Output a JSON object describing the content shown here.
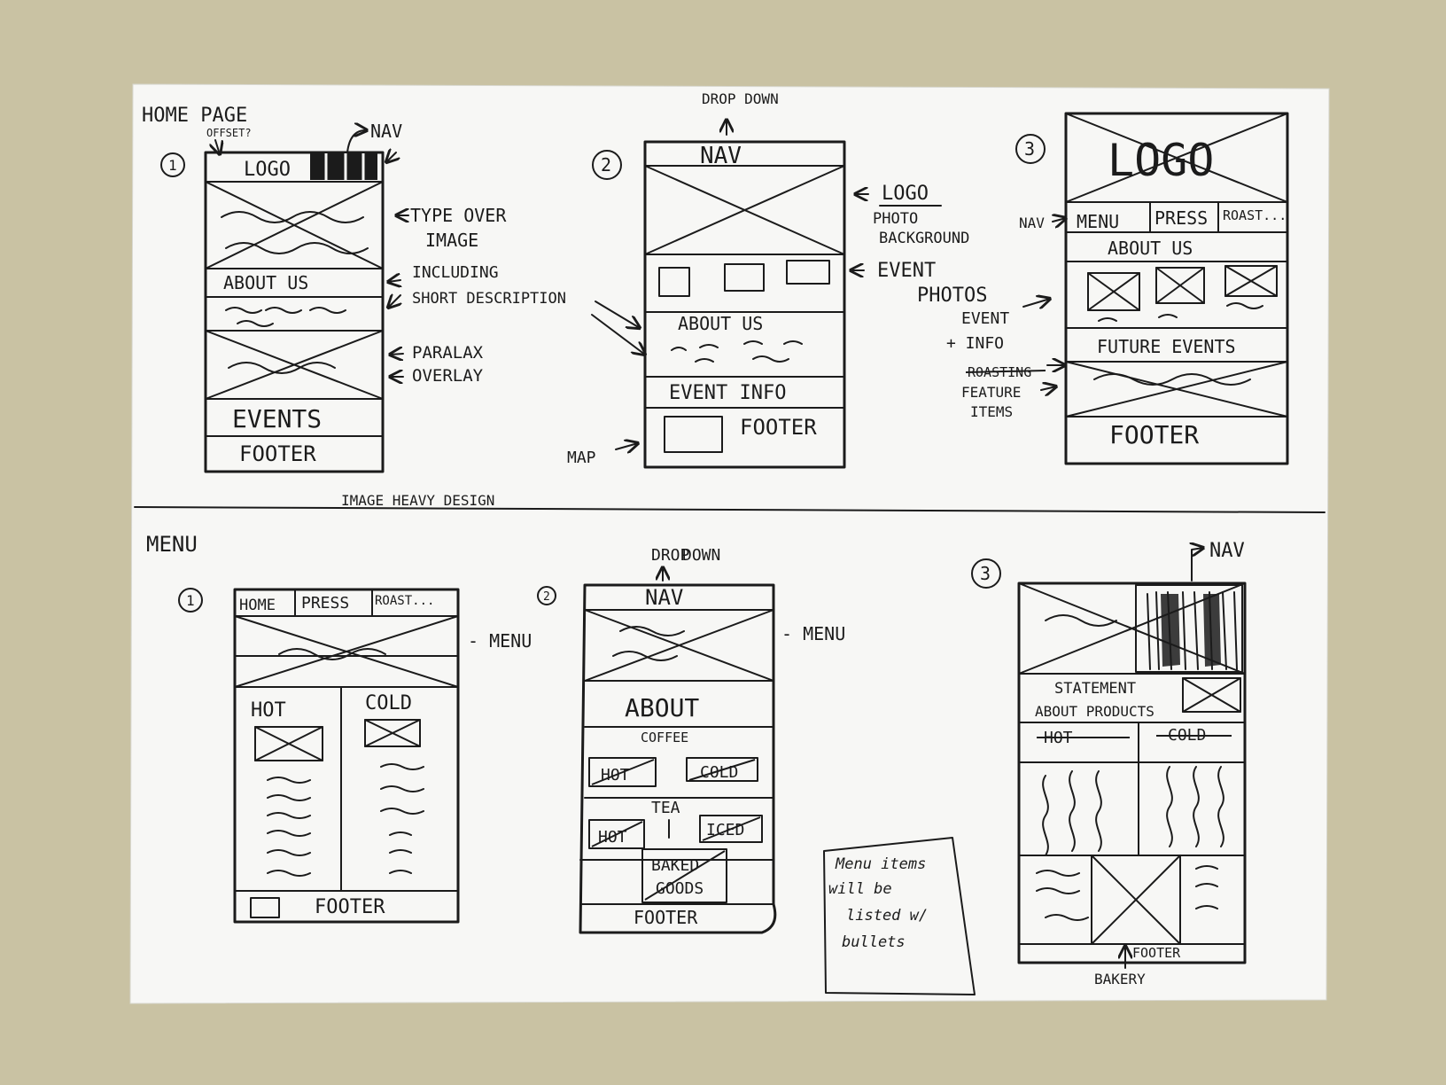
{
  "homepage": {
    "title": "HOME PAGE",
    "offset_note": "OFFSET?",
    "nav_label": "NAV",
    "type_over_image": [
      "TYPE OVER",
      "IMAGE"
    ],
    "including": "INCLUDING",
    "short_description": "SHORT DESCRIPTION",
    "paralax": "PARALAX",
    "overlay": "OVERLAY",
    "image_heavy_design": "IMAGE HEAVY DESIGN",
    "wf1": {
      "number": "1",
      "logo": "LOGO",
      "about_us": "ABOUT US",
      "events": "EVENTS",
      "footer": "FOOTER"
    },
    "wf2": {
      "number": "2",
      "drop_down": "DROP DOWN",
      "nav": "NAV",
      "about_us": "ABOUT US",
      "event_info": "EVENT INFO",
      "footer": "FOOTER",
      "map": "MAP",
      "logo": "LOGO",
      "photo_background": [
        "PHOTO",
        "BACKGROUND"
      ],
      "event_photos": [
        "EVENT",
        "PHOTOS"
      ]
    },
    "wf3": {
      "number": "3",
      "logo": "LOGO",
      "nav_label": "NAV",
      "nav_items": [
        "MENU",
        "PRESS",
        "ROAST..."
      ],
      "about_us": "ABOUT US",
      "event_info": [
        "EVENT",
        "+ INFO"
      ],
      "future_events": "FUTURE EVENTS",
      "roasting_struck": "ROASTING",
      "feature_items": [
        "FEATURE",
        "ITEMS"
      ],
      "footer": "FOOTER"
    }
  },
  "menu": {
    "title": "MENU",
    "wf1": {
      "number": "1",
      "nav_items": [
        "HOME",
        "PRESS",
        "ROAST..."
      ],
      "menu_label": "- MENU",
      "hot": "HOT",
      "cold": "COLD",
      "footer": "FOOTER"
    },
    "wf2": {
      "number": "2",
      "drop_down": [
        "DROP",
        "DOWN"
      ],
      "nav": "NAV",
      "menu_label": "- MENU",
      "about": "ABOUT",
      "coffee": "COFFEE",
      "coffee_hot": "HOT",
      "coffee_cold": "COLD",
      "tea": "TEA",
      "tea_hot": "HOT",
      "tea_iced": "ICED",
      "baked_goods": [
        "BAKED",
        "GOODS"
      ],
      "footer": "FOOTER"
    },
    "note": [
      "Menu items",
      "will be",
      "listed w/",
      "bullets"
    ],
    "wf3": {
      "number": "3",
      "nav_label": "NAV",
      "statement": [
        "STATEMENT",
        "ABOUT PRODUCTS"
      ],
      "hot": "HOT",
      "cold": "COLD",
      "footer": "FOOTER",
      "bakery": "BAKERY"
    }
  }
}
